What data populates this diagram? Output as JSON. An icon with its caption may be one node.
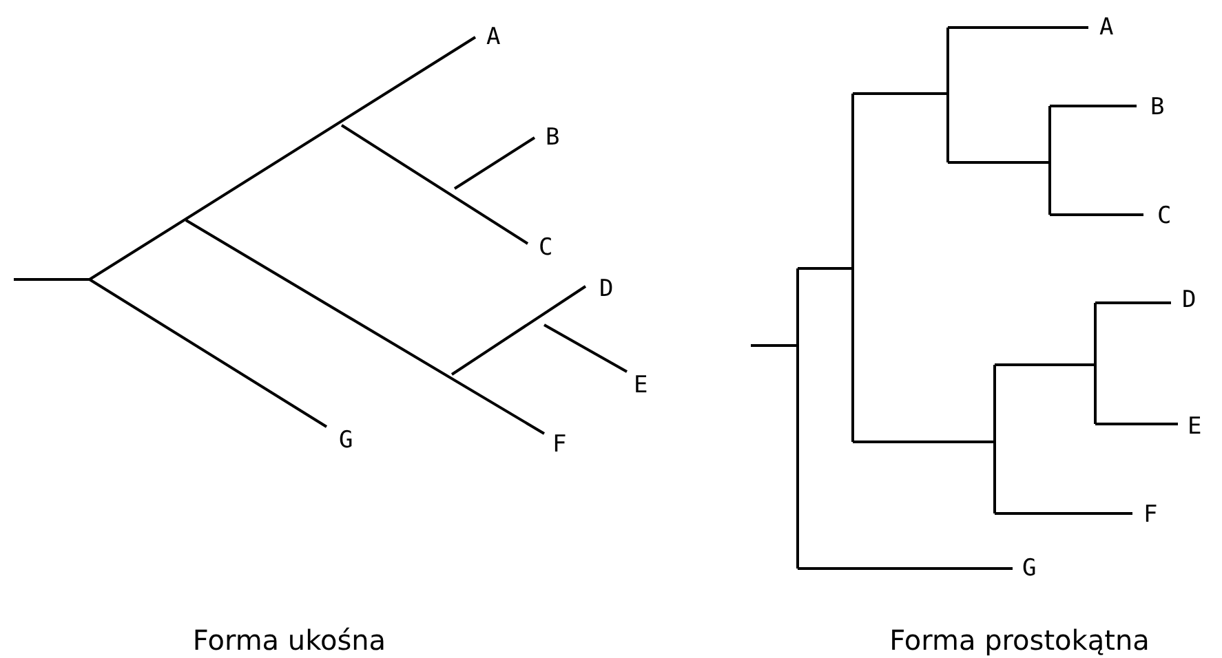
{
  "diagram": {
    "labels": [
      "A",
      "B",
      "C",
      "D",
      "E",
      "F",
      "G",
      "A",
      "B",
      "C",
      "D",
      "E",
      "F",
      "G",
      "Forma ukośna",
      "Forma prostokątna"
    ]
  }
}
